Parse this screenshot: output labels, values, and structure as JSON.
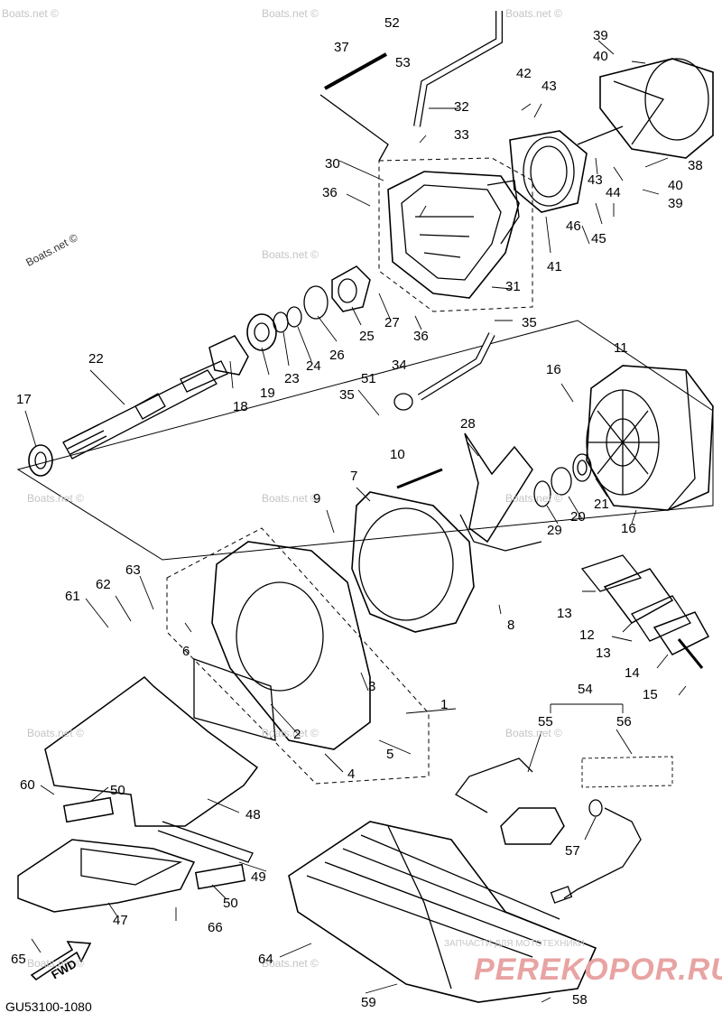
{
  "diagram_code": "GU53100-1080",
  "watermark": "Boats.net ©",
  "brand_tagline": "ЗАПЧАСТИ ДЛЯ МОТОТЕХНИКИ",
  "brand_name": "PEREKOPOR.RU",
  "fwd_label": "FWD",
  "callouts": [
    "1",
    "2",
    "3",
    "4",
    "5",
    "6",
    "7",
    "8",
    "9",
    "10",
    "11",
    "12",
    "13",
    "13",
    "14",
    "15",
    "16",
    "16",
    "17",
    "18",
    "19",
    "20",
    "21",
    "22",
    "23",
    "24",
    "25",
    "26",
    "27",
    "28",
    "29",
    "30",
    "31",
    "32",
    "33",
    "34",
    "35",
    "35",
    "36",
    "36",
    "37",
    "38",
    "39",
    "39",
    "40",
    "40",
    "41",
    "42",
    "43",
    "43",
    "44",
    "45",
    "46",
    "47",
    "48",
    "49",
    "50",
    "50",
    "51",
    "52",
    "53",
    "54",
    "55",
    "56",
    "57",
    "58",
    "59",
    "60",
    "61",
    "62",
    "63",
    "64",
    "65",
    "66"
  ]
}
